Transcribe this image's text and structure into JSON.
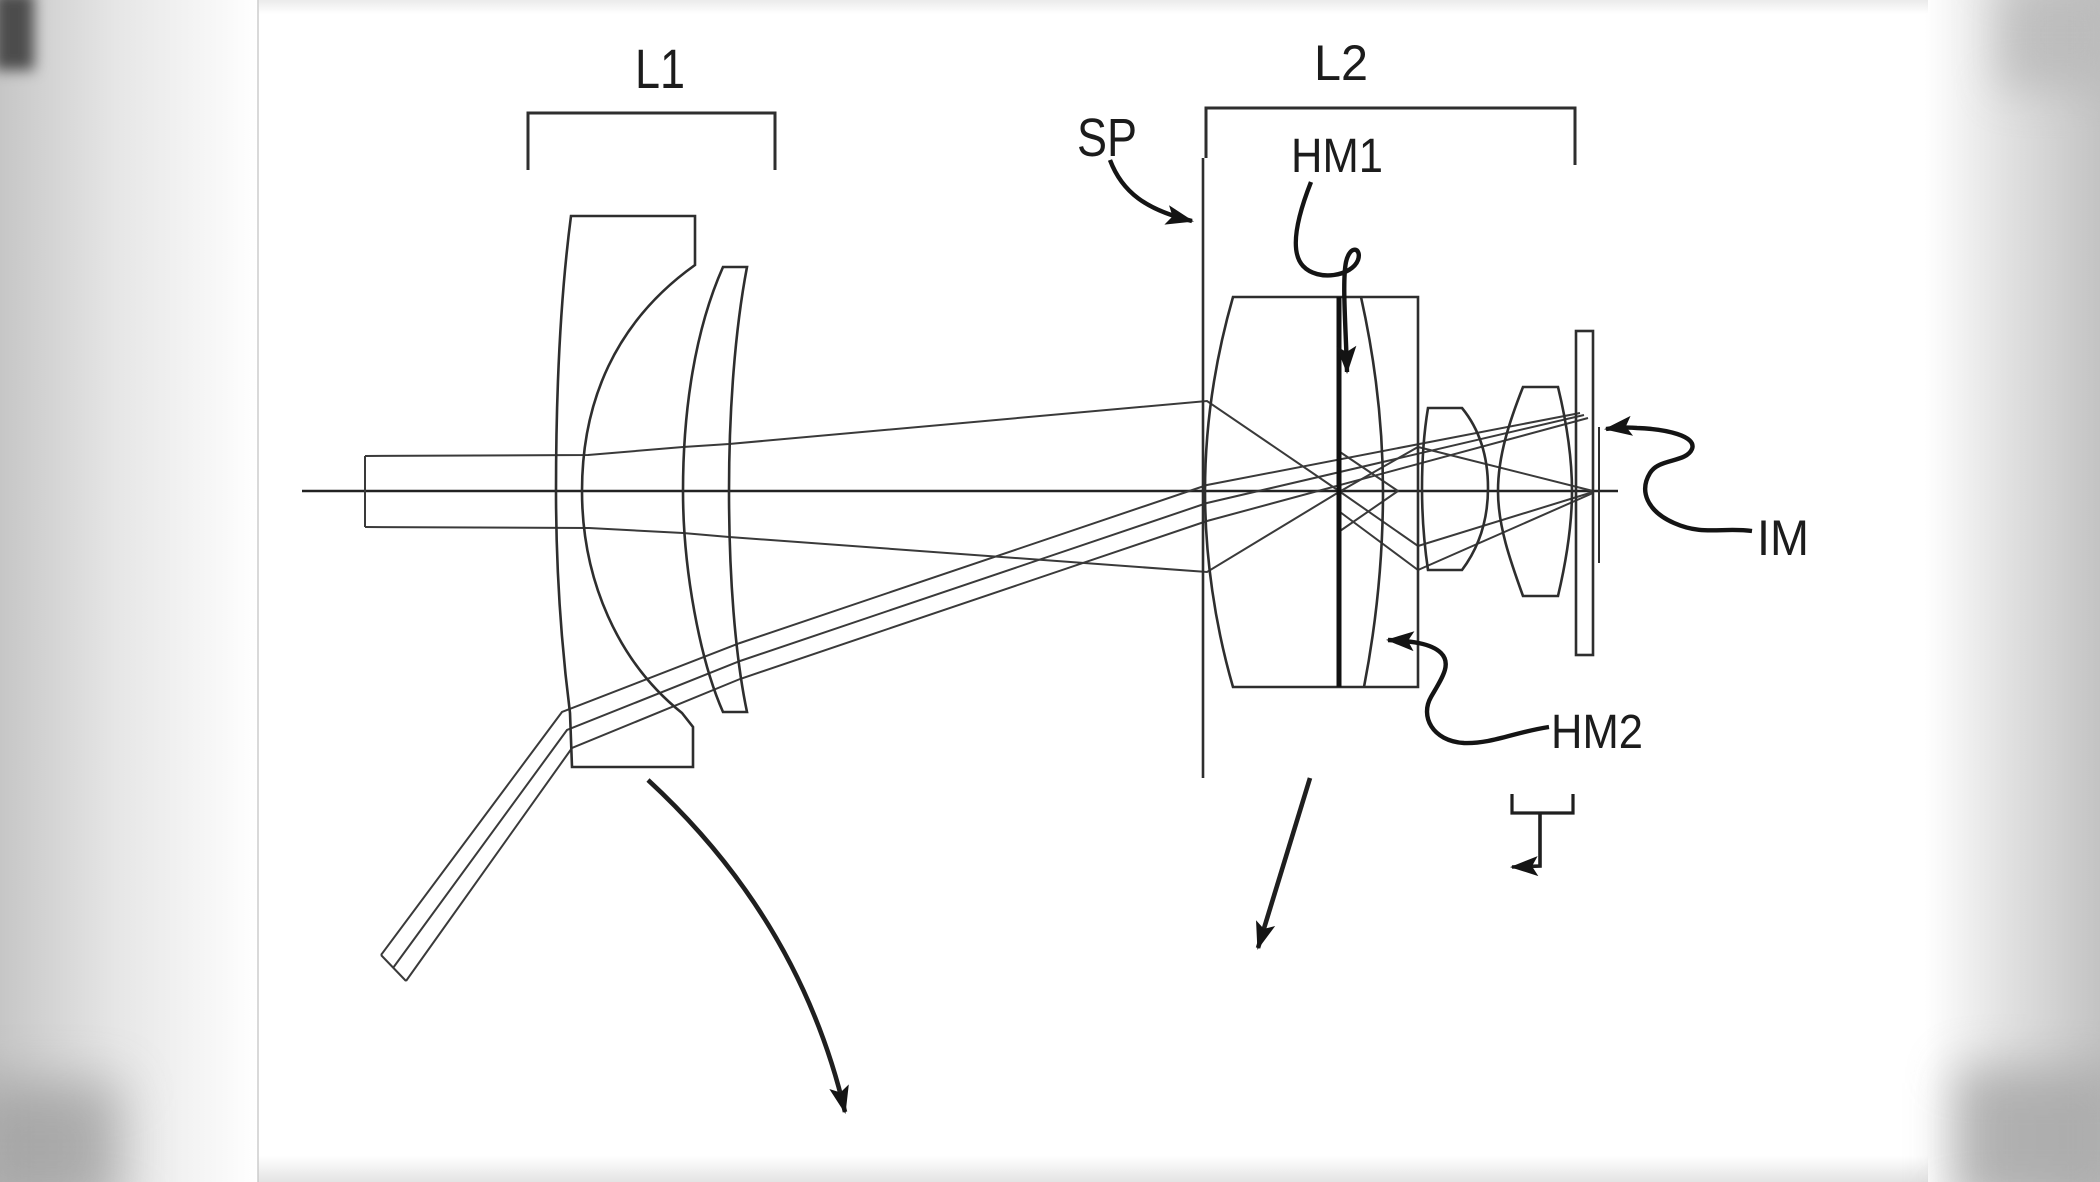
{
  "figure": {
    "type": "patent-optical-lens-cross-section",
    "labels": {
      "lens_group_1": "L1",
      "lens_group_2": "L2",
      "aperture_stop": "SP",
      "half_mirror_1": "HM1",
      "half_mirror_2": "HM2",
      "image_plane": "IM"
    },
    "icons": {
      "leader_arrows": "curved-leader-with-solid-arrowhead",
      "movement_arrows": "motion-direction-arrow"
    },
    "colors": {
      "background": "#ffffff",
      "line": "#2e2e2e",
      "ray": "#3a3a3a",
      "text": "#1c1c1c",
      "leader": "#141414",
      "vignette": "#c6c6c6"
    }
  }
}
